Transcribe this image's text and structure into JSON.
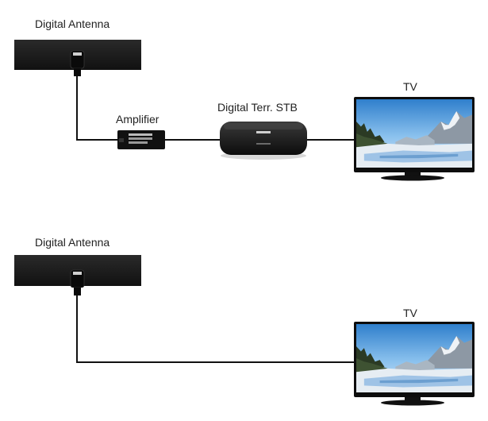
{
  "setup_with_stb": {
    "antenna_label": "Digital Antenna",
    "amplifier_label": "Amplifier",
    "stb_label": "Digital Terr. STB",
    "tv_label": "TV"
  },
  "setup_direct": {
    "antenna_label": "Digital Antenna",
    "tv_label": "TV"
  },
  "colors": {
    "background": "#ffffff",
    "cable": "#111111",
    "device_black": "#1a1a1a",
    "tv_sky": "#3f8fd6",
    "tv_snow": "#e9eef3",
    "tv_water": "#9fc3e6"
  }
}
